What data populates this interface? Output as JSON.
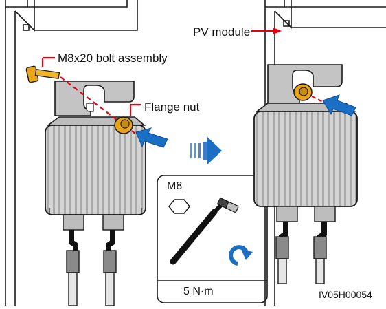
{
  "labels": {
    "pv_module": "PV module",
    "bolt_assembly": "M8x20 bolt assembly",
    "flange_nut": "Flange nut",
    "bolt_size": "M8",
    "torque": "5 N·m",
    "figure_code": "IV05H00054"
  },
  "colors": {
    "outline": "#1a1a1a",
    "bracket_fill": "#c8c8c8",
    "optimizer_fill": "#d4d4d4",
    "fin_shade": "#9e9e9e",
    "bolt_gold": "#e8a317",
    "pointer_red": "#e60012",
    "arrow_blue": "#1a6fc4",
    "arrow_blue_light": "#5b9ad8"
  },
  "icons": [
    "hexagon-icon",
    "torque-wrench-icon",
    "rotate-clockwise-icon",
    "push-arrow-icon",
    "next-step-arrow-icon"
  ]
}
